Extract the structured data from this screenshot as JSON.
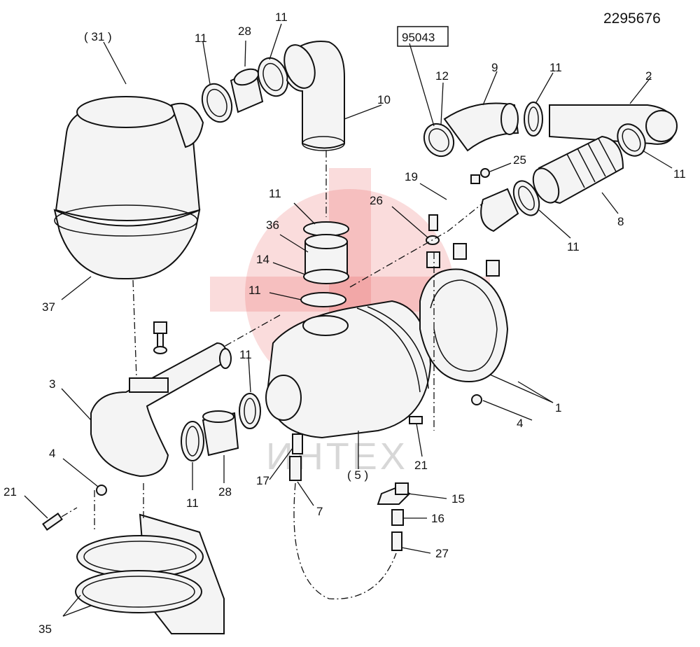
{
  "drawing_number": "2295676",
  "ref_box": "95043",
  "watermark": "ИНТЕХ",
  "parts": {
    "p31": "( 31 )",
    "p37": "37",
    "p28a": "28",
    "p28b": "28",
    "p11": "11",
    "p10": "10",
    "p12": "12",
    "p9": "9",
    "p2": "2",
    "p25": "25",
    "p19": "19",
    "p26": "26",
    "p36": "36",
    "p14": "14",
    "p8": "8",
    "p1": "1",
    "p3": "3",
    "p4": "4",
    "p21": "21",
    "p5": "( 5 )",
    "p17": "17",
    "p7": "7",
    "p15": "15",
    "p16": "16",
    "p27": "27",
    "p35": "35"
  },
  "colors": {
    "ink": "#111111",
    "watermark_red": "#e23b3b"
  }
}
